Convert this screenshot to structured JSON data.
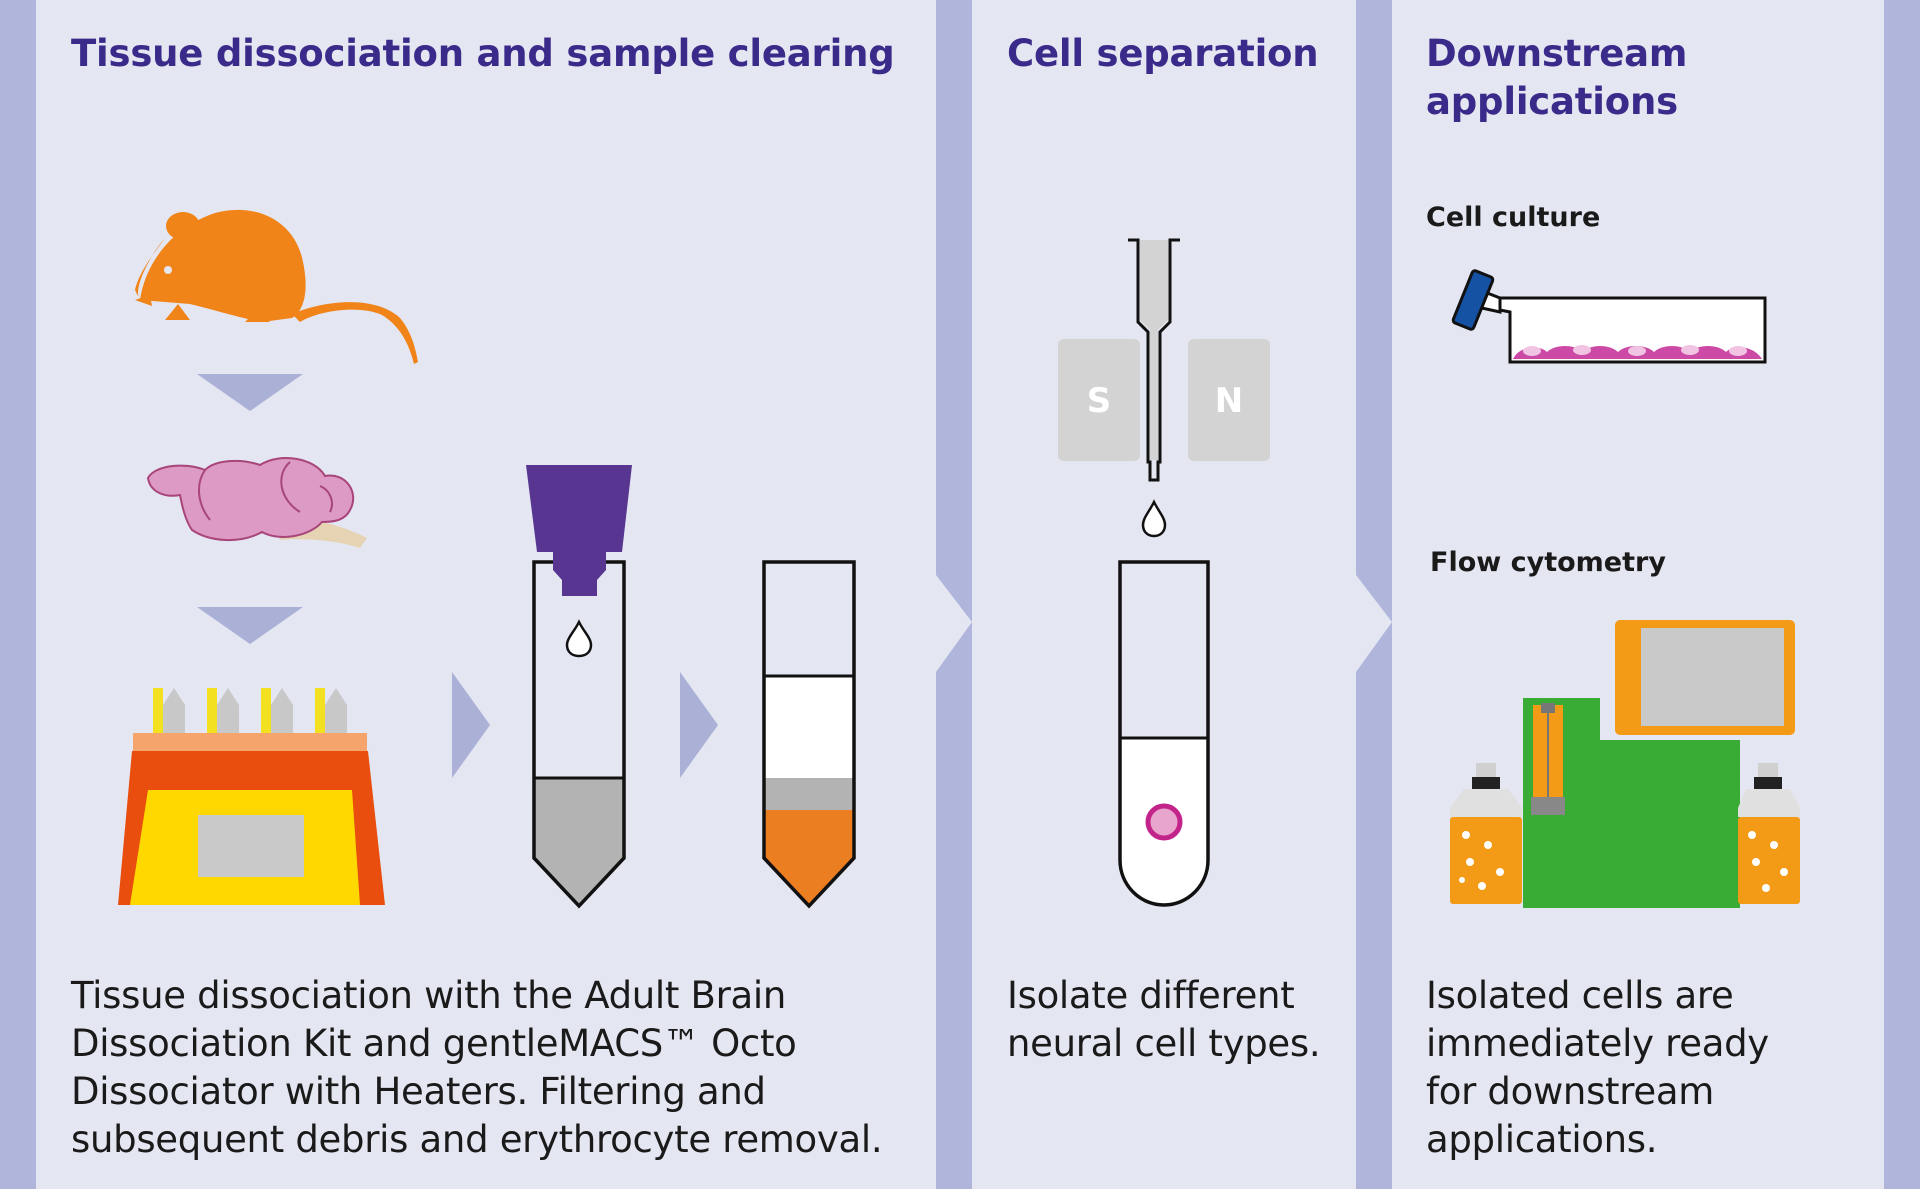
{
  "panels": [
    {
      "title": "Tissue dissociation and sample clearing",
      "description": [
        "Tissue dissociation with the Adult Brain",
        "Dissociation Kit and gentleMACS™ Octo",
        "Dissociator with Heaters. Filtering and",
        "subsequent debris and erythrocyte removal."
      ]
    },
    {
      "title": "Cell separation",
      "description": [
        "Isolate different",
        "neural cell types."
      ],
      "magnet_labels": [
        "S",
        "N"
      ]
    },
    {
      "title_lines": [
        "Downstream",
        "applications"
      ],
      "subheadings": [
        "Cell culture",
        "Flow cytometry"
      ],
      "description": [
        "Isolated cells are",
        "immediately ready",
        "for downstream",
        "applications."
      ]
    }
  ],
  "colors": {
    "background_band": "#b0b6db",
    "panel": "#e4e6f2",
    "title": "#3a2a8a",
    "arrow": "#aab0d6",
    "mouse": "#f08418",
    "brain": "#dc9ac4",
    "filter": "#573591",
    "pellet_gray": "#b0b0b0",
    "pellet_orange": "#ec7e22",
    "cell_magenta": "#c2248a",
    "machine_green": "#39ac35",
    "machine_orange": "#f39b17",
    "flask_cap": "#1552a4"
  }
}
